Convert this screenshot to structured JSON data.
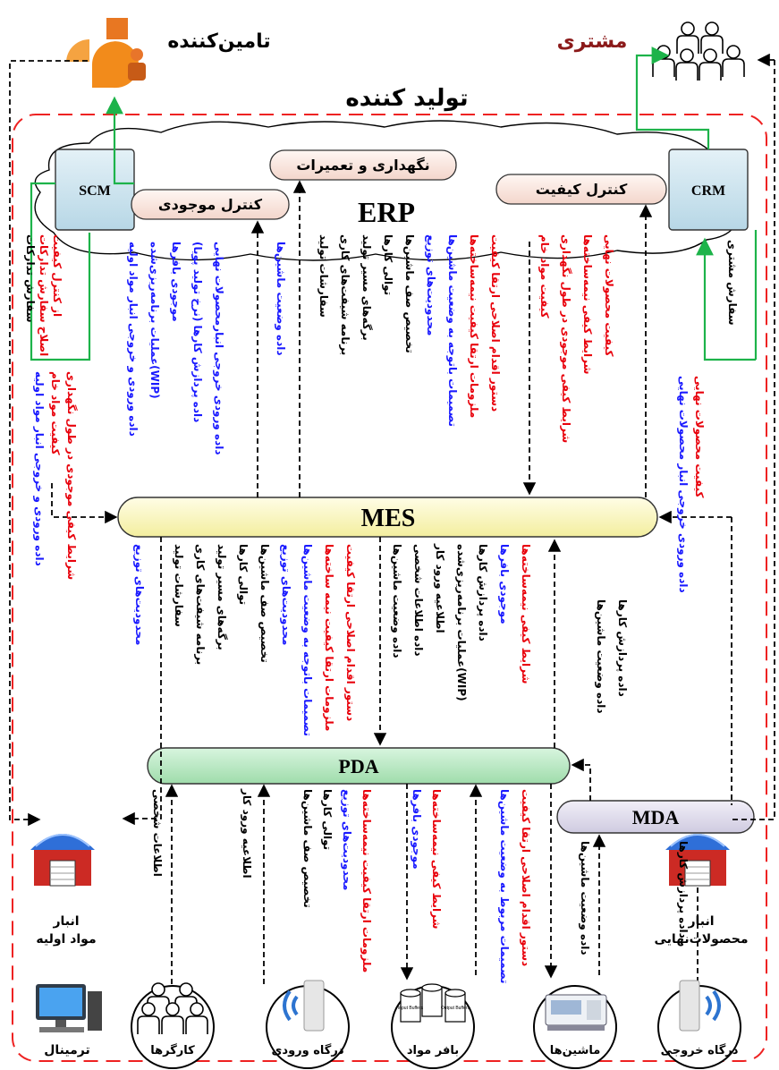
{
  "titles": {
    "producer": "تولید کننده",
    "supplier": "تامین‌کننده",
    "customer": "مشتری",
    "erp": "ERP"
  },
  "systems": {
    "scm": "SCM",
    "crm": "CRM",
    "mes": "MES",
    "pda": "PDA",
    "mda": "MDA"
  },
  "erp_modules": {
    "maintenance": "نگهداری و تعمیرات",
    "inventory": "کنترل موجودی",
    "quality": "کنترل کیفیت"
  },
  "places": {
    "raw_warehouse": [
      "انبار",
      "مواد اولیه"
    ],
    "final_warehouse": [
      "انبار",
      "محصولات‌نهایی"
    ],
    "terminal": "ترمینال",
    "workers": "کارگرها",
    "entry_gate": "درگاه ورودی",
    "buffer": "بافر مواد",
    "machines": "ماشین‌ها",
    "exit_gate": "درگاه خروجی",
    "input_buffers": "Input Buffers",
    "output_buffers": "Output Buffers"
  },
  "flows": {
    "scm_left": [
      {
        "text": "سفارش تدارکات",
        "color": "#000000"
      },
      {
        "text": "اصلاح سفارش تدارکات",
        "color": "#e8000b"
      },
      {
        "text": "از کنترل کیفیت",
        "color": "#e8000b"
      }
    ],
    "crm_right": [
      {
        "text": "سفارش مشتری",
        "color": "#000000"
      }
    ],
    "raw_to_mes": [
      {
        "text": "داده ورودی و خروجی انبار مواد اولیه",
        "color": "#1a1aff"
      },
      {
        "text": "کیفیت مواد خام",
        "color": "#e8000b"
      },
      {
        "text": "شرایط کیفی موجودی در طول نگهداری",
        "color": "#e8000b"
      }
    ],
    "final_to_mes": [
      {
        "text": "داده ورودی خروجی انبار محصولات نهایی",
        "color": "#1a1aff"
      },
      {
        "text": "کیفیت محصولات نهایی",
        "color": "#e8000b"
      }
    ],
    "mes_to_inventory": [
      {
        "text": "داده ورودی و خروجی انبار مواد اولیه",
        "color": "#1a1aff"
      },
      {
        "text": "عملیات برنامه‌ریزی‌شده(WIP)",
        "color": "#1a1aff"
      },
      {
        "text": "موجودی بافرها",
        "color": "#1a1aff"
      },
      {
        "text": "داده پردازش کارها (نرخ تولید پویا)",
        "color": "#1a1aff"
      },
      {
        "text": "داده ورودی خروجی انبارمحصولات نهایی",
        "color": "#1a1aff"
      }
    ],
    "mes_to_maintenance": [
      {
        "text": "داده وضعیت ماشین‌ها",
        "color": "#1a1aff"
      }
    ],
    "erp_to_mes": [
      {
        "text": "سفارشات تولید",
        "color": "#000000"
      },
      {
        "text": "برنامه شیفت‌های کاری",
        "color": "#000000"
      },
      {
        "text": "برگه‌های مسیر تولید",
        "color": "#000000"
      },
      {
        "text": "توالی کارها",
        "color": "#000000"
      },
      {
        "text": "تخصیص صف ماشین‌ها",
        "color": "#000000"
      },
      {
        "text": "محدودیت‌های توزیع",
        "color": "#1a1aff"
      },
      {
        "text": "تصمیمات باتوجه به وضعیت ماشین‌ها",
        "color": "#1a1aff"
      },
      {
        "text": "ملزومات ارتقا کیفیت نیمه‌ساخته‌ها",
        "color": "#e8000b"
      },
      {
        "text": "دستور اقدام اصلاحی ارتقا کیفیت",
        "color": "#e8000b"
      }
    ],
    "mes_to_quality": [
      {
        "text": "کیفیت مواد خام",
        "color": "#e8000b"
      },
      {
        "text": "شرایط کیفی موجودی در طول نگهداری",
        "color": "#e8000b"
      },
      {
        "text": "شرایط کیفی نیمه‌ساخته‌ها",
        "color": "#e8000b"
      },
      {
        "text": "کیفیت محصولات نهایی",
        "color": "#e8000b"
      }
    ],
    "mes_to_raw": [
      {
        "text": "محدودیت‌های توزیع",
        "color": "#1a1aff"
      }
    ],
    "mes_to_pda": [
      {
        "text": "سفارشات تولید",
        "color": "#000000"
      },
      {
        "text": "برنامه شیفت‌های کاری",
        "color": "#000000"
      },
      {
        "text": "برگه‌های مسیر تولید",
        "color": "#000000"
      },
      {
        "text": "توالی کارها",
        "color": "#000000"
      },
      {
        "text": "تخصیص صف ماشین‌ها",
        "color": "#000000"
      },
      {
        "text": "محدودیت‌های توزیع",
        "color": "#1a1aff"
      },
      {
        "text": "تصمیمات باتوجه به وضعیت ماشین‌ها",
        "color": "#1a1aff"
      },
      {
        "text": "ملزومات ارتقا کیفیت نیمه ساخته‌ها",
        "color": "#e8000b"
      },
      {
        "text": "دستور اقدام اصلاحی ارتقا کیفیت",
        "color": "#e8000b"
      }
    ],
    "pda_to_mes": [
      {
        "text": "داده وضعیت ماشین‌ها",
        "color": "#000000"
      },
      {
        "text": "داده اطلاعات شخصی",
        "color": "#000000"
      },
      {
        "text": "اطلاعیه ورود کار",
        "color": "#000000"
      },
      {
        "text": "عملیات برنامه‌ریزی‌شده(WIP)",
        "color": "#000000"
      },
      {
        "text": "داده پردازش کارها",
        "color": "#000000"
      },
      {
        "text": "موجودی بافرها",
        "color": "#1a1aff"
      },
      {
        "text": "شرایط کیفی نیمه‌ساخته‌ها",
        "color": "#e8000b"
      }
    ],
    "mda_to_pda": [
      {
        "text": "داده وضعیت ماشین‌ها",
        "color": "#000000"
      },
      {
        "text": "داده پردازش کارها",
        "color": "#000000"
      }
    ],
    "workers_to_pda": [
      {
        "text": "اطلاعات شخصی",
        "color": "#000000"
      }
    ],
    "entry_to_pda": [
      {
        "text": "اطلاعیه ورود کار",
        "color": "#000000"
      }
    ],
    "pda_to_buffer": [
      {
        "text": "تخصیص صف ماشین‌ها",
        "color": "#000000"
      },
      {
        "text": "توالی کارها",
        "color": "#000000"
      },
      {
        "text": "محدودیت‌های توزیع",
        "color": "#1a1aff"
      },
      {
        "text": "ملزومات ارتقا کیفیت نیمه‌ساخته‌ها",
        "color": "#e8000b"
      }
    ],
    "buffer_to_pda": [
      {
        "text": "موجودی بافرها",
        "color": "#1a1aff"
      },
      {
        "text": "شرایط کیفی نیمه‌ساخته‌ها",
        "color": "#e8000b"
      }
    ],
    "pda_to_machines": [
      {
        "text": "تصمیمات مربوط به وضعیت ماشین‌ها",
        "color": "#1a1aff"
      },
      {
        "text": "دستور اقدام اصلاحی ارتقا کیفیت",
        "color": "#e8000b"
      }
    ],
    "machines_to_mda": [
      {
        "text": "داده وضعیت ماشین‌ها",
        "color": "#000000"
      }
    ],
    "exit_to_mda": [
      {
        "text": "داده پردازش کارها",
        "color": "#000000"
      }
    ]
  }
}
